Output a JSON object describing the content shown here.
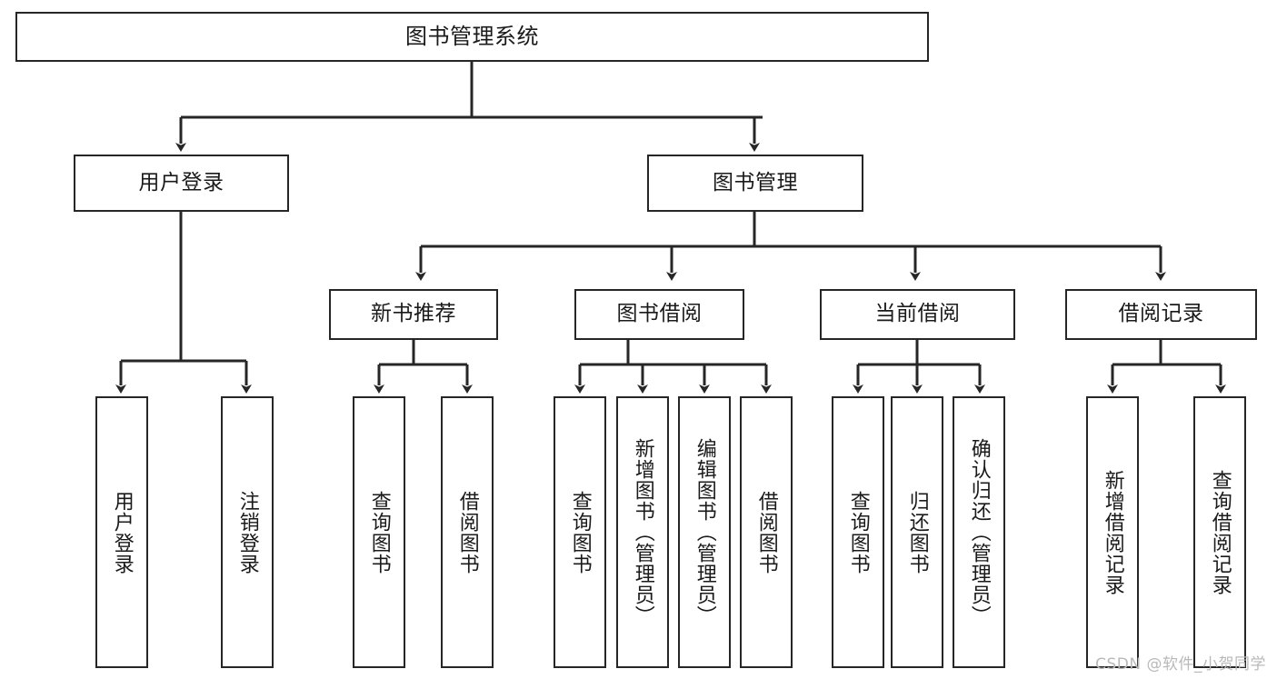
{
  "diagram": {
    "title": "图书管理系统",
    "type": "tree-hierarchy-chart",
    "colors": {
      "box_border": "#262626",
      "box_fill": "#ffffff",
      "edge": "#262626",
      "text": "#1a1a1a",
      "watermark": "#b9b9b9"
    },
    "root": {
      "label": "图书管理系统"
    },
    "level2": [
      {
        "label": "用户登录"
      },
      {
        "label": "图书管理"
      }
    ],
    "level3": [
      {
        "label": "新书推荐"
      },
      {
        "label": "图书借阅"
      },
      {
        "label": "当前借阅"
      },
      {
        "label": "借阅记录"
      }
    ],
    "leaves": {
      "user_login": [
        {
          "label": "用户登录"
        },
        {
          "label": "注销登录"
        }
      ],
      "new_book_recommend": [
        {
          "label": "查询图书"
        },
        {
          "label": "借阅图书"
        }
      ],
      "book_borrow": [
        {
          "label": "查询图书"
        },
        {
          "label": "新增图书（管理员）"
        },
        {
          "label": "编辑图书（管理员）"
        },
        {
          "label": "借阅图书"
        }
      ],
      "current_borrow": [
        {
          "label": "查询图书"
        },
        {
          "label": "归还图书"
        },
        {
          "label": "确认归还（管理员）"
        }
      ],
      "borrow_record": [
        {
          "label": "新增借阅记录"
        },
        {
          "label": "查询借阅记录"
        }
      ]
    }
  },
  "watermark": {
    "text": "CSDN @软件_小贺同学"
  }
}
